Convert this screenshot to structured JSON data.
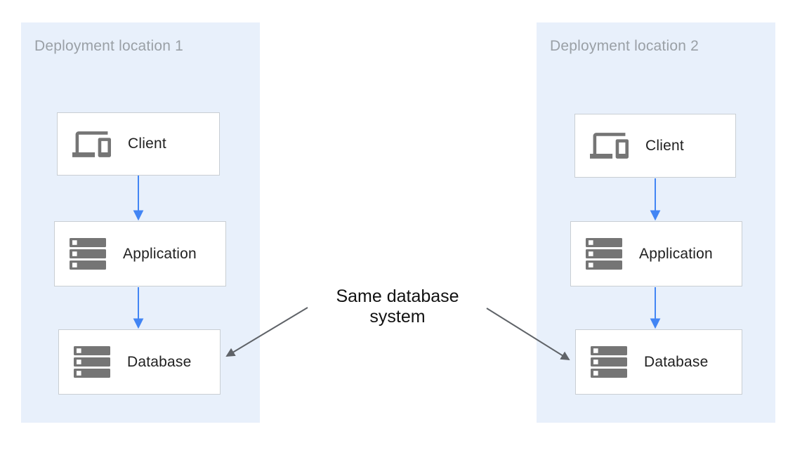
{
  "diagram": {
    "type": "architecture-diagram",
    "panels": [
      {
        "title": "Deployment location 1",
        "nodes": [
          {
            "label": "Client",
            "icon": "devices-icon"
          },
          {
            "label": "Application",
            "icon": "server-stack-icon"
          },
          {
            "label": "Database",
            "icon": "server-stack-icon"
          }
        ]
      },
      {
        "title": "Deployment location 2",
        "nodes": [
          {
            "label": "Client",
            "icon": "devices-icon"
          },
          {
            "label": "Application",
            "icon": "server-stack-icon"
          },
          {
            "label": "Database",
            "icon": "server-stack-icon"
          }
        ]
      }
    ],
    "annotation": {
      "line1": "Same database",
      "line2": "system"
    },
    "connections": [
      {
        "from": "Client (location 1)",
        "to": "Application (location 1)",
        "style": "blue-arrow"
      },
      {
        "from": "Application (location 1)",
        "to": "Database (location 1)",
        "style": "blue-arrow"
      },
      {
        "from": "Client (location 2)",
        "to": "Application (location 2)",
        "style": "blue-arrow"
      },
      {
        "from": "Application (location 2)",
        "to": "Database (location 2)",
        "style": "blue-arrow"
      },
      {
        "from": "Same database system label",
        "to": "Database (location 1)",
        "style": "dark-arrow"
      },
      {
        "from": "Same database system label",
        "to": "Database (location 2)",
        "style": "dark-arrow"
      }
    ],
    "colors": {
      "panel_background": "#e8f0fb",
      "node_background": "#ffffff",
      "node_border": "#c9ced3",
      "icon_gray": "#757575",
      "arrow_blue": "#4285f4",
      "arrow_dark": "#5f6368",
      "panel_title_gray": "#9aa0a6",
      "node_label": "#212121",
      "annotation_text": "#111111"
    }
  }
}
